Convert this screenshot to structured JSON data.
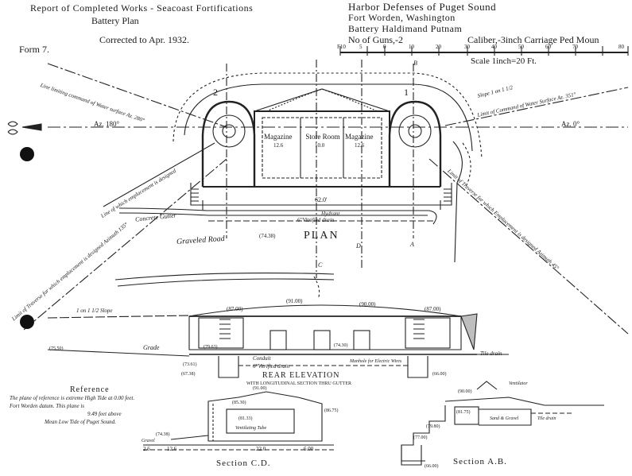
{
  "header_left": {
    "line1": "Report of Completed Works - Seacoast Fortifications",
    "line2": "Battery Plan",
    "corrected": "Corrected to  Apr. 1932.",
    "form": "Form 7."
  },
  "header_right": {
    "line1": "Harbor Defenses of Puget Sound",
    "line2": "Fort Worden, Washington",
    "line3": "Battery Haldimand Putnam",
    "guns": "No of Guns,-2",
    "caliber": "Caliber,-3inch Carriage Ped Moun"
  },
  "scale": {
    "ticks": [
      "F10",
      "5",
      "0",
      "10",
      "20",
      "30",
      "40",
      "50",
      "60",
      "70",
      "80"
    ],
    "label": "Scale 1inch=20 Ft."
  },
  "plan": {
    "title": "PLAN",
    "az_left": "Az. 180°",
    "az_right": "Az. 0°",
    "rooms": [
      "Magazine",
      "Store Room",
      "Magazine"
    ],
    "room_dims": [
      "12.6",
      "10.0",
      "12.6"
    ],
    "emplacement_left": "2",
    "emplacement_right": "1",
    "width_dim": "62.0'",
    "road": "Graveled Road",
    "road_elev": "(74.38)",
    "gutter": "Concrete Gutter",
    "hydrant": "Hydrant",
    "drain": "6\"Vitrified drain",
    "line_command_left": "Line limiting command of Water surface  Az. 280°",
    "line_command_right": "Limit of Command of Water Surface  Az. 351°",
    "slope_right": "Slope 1 on 1 1/2",
    "limit_traverse_left": "Limit of Traverse for which emplacement is designed  Azimuth 135°",
    "limit_traverse_right": "Limit of Traverse for which Emplacement is designed  Azimuth 45°",
    "line_left_lower": "Line of which emplacement is designed",
    "section_letters": [
      "C",
      "D",
      "A",
      "B"
    ]
  },
  "elevation": {
    "title": "REAR ELEVATION",
    "subtitle": "WITH LONGITUDINAL SECTION THRU GUTTER",
    "elevs": [
      "(87.00)",
      "(91.00)",
      "(90.00)",
      "(87.00)",
      "(79.63)",
      "(74.30)",
      "(73.61)",
      "(75.50)",
      "(67.38)",
      "(66.00)"
    ],
    "grade": "Grade",
    "conduit": "Conduit",
    "drain": "6\"Vitrified drain",
    "manhole": "Manhole for Electric Wires",
    "tile_drain": "Tile drain",
    "slope_label": "1 on 1 1/2 Slope"
  },
  "reference": {
    "title": "Reference",
    "lines": [
      "The plane of reference is extreme High Tide at 0.00 feet.",
      "Fort Worden datum. This plane is",
      "9.49 feet above",
      "Mean Low Tide of Puget Sound."
    ]
  },
  "section_cd": {
    "title": "Section C.D.",
    "labels": [
      "(91.00)",
      "(85.30)",
      "(81.33)",
      "(86.75)",
      "(74.38)",
      "Ventilating Tube",
      "Gravel",
      "22.0",
      "6.00",
      "12.6",
      "2.6"
    ]
  },
  "section_ab": {
    "title": "Section A.B.",
    "labels": [
      "Ventilator",
      "(90.00)",
      "(81.75)",
      "(79.80)",
      "(77.00)",
      "Sand & Gravel",
      "Tile drain",
      "(66.00)"
    ]
  }
}
